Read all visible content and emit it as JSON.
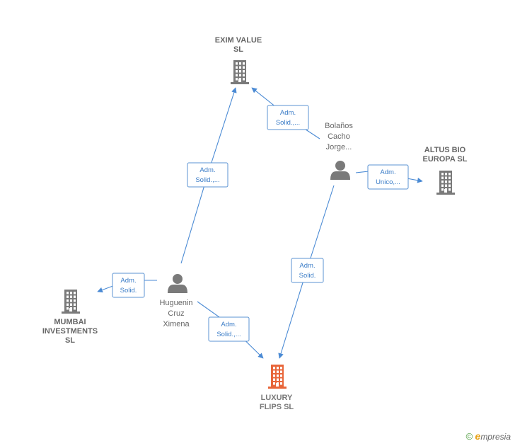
{
  "colors": {
    "company": "#7a7a7a",
    "focus_company": "#e8663a",
    "person": "#7a7a7a",
    "edge": "#4a8ad4"
  },
  "nodes": [
    {
      "id": "exim",
      "type": "company",
      "lines": [
        "EXIM VALUE",
        "SL"
      ]
    },
    {
      "id": "altus",
      "type": "company",
      "lines": [
        "ALTUS BIO",
        "EUROPA  SL"
      ]
    },
    {
      "id": "mumbai",
      "type": "company",
      "lines": [
        "MUMBAI",
        "INVESTMENTS",
        "SL"
      ]
    },
    {
      "id": "luxury",
      "type": "focus",
      "lines": [
        "LUXURY",
        "FLIPS  SL"
      ]
    },
    {
      "id": "bolanos",
      "type": "person",
      "lines": [
        "Bolaños",
        "Cacho",
        "Jorge..."
      ]
    },
    {
      "id": "huguenin",
      "type": "person",
      "lines": [
        "Huguenin",
        "Cruz",
        "Ximena"
      ]
    }
  ],
  "edges": [
    {
      "id": "bolanos-exim",
      "from": "bolanos",
      "to": "exim",
      "lines": [
        "Adm.",
        "Solid.,..."
      ]
    },
    {
      "id": "bolanos-altus",
      "from": "bolanos",
      "to": "altus",
      "lines": [
        "Adm.",
        "Unico,..."
      ]
    },
    {
      "id": "bolanos-luxury",
      "from": "bolanos",
      "to": "luxury",
      "lines": [
        "Adm.",
        "Solid."
      ]
    },
    {
      "id": "huguenin-exim",
      "from": "huguenin",
      "to": "exim",
      "lines": [
        "Adm.",
        "Solid.,..."
      ]
    },
    {
      "id": "huguenin-mumbai",
      "from": "huguenin",
      "to": "mumbai",
      "lines": [
        "Adm.",
        "Solid."
      ]
    },
    {
      "id": "huguenin-luxury",
      "from": "huguenin",
      "to": "luxury",
      "lines": [
        "Adm.",
        "Solid.,..."
      ]
    }
  ],
  "footer": {
    "copyright": "©",
    "brand_initial": "e",
    "brand_rest": "mpresia"
  }
}
